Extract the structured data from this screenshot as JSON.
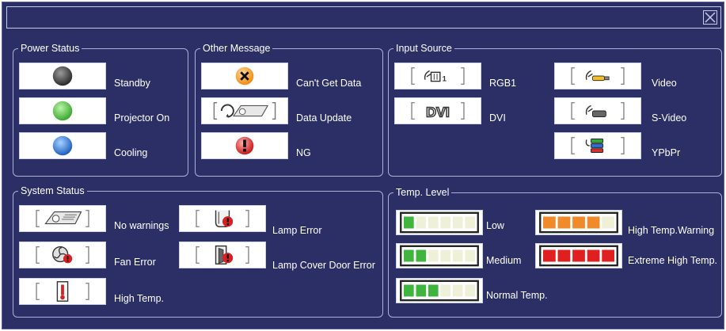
{
  "power_status": {
    "title": "Power Status",
    "items": [
      {
        "label": "Standby",
        "color": "#4a4a4a"
      },
      {
        "label": "Projector On",
        "color": "#4fcf3f"
      },
      {
        "label": "Cooling",
        "color": "#2f7fe0"
      }
    ]
  },
  "other_message": {
    "title": "Other Message",
    "items": [
      {
        "label": "Can't Get Data"
      },
      {
        "label": "Data Update"
      },
      {
        "label": "NG"
      }
    ]
  },
  "input_source": {
    "title": "Input Source",
    "items": [
      {
        "label": "RGB1",
        "icon_text": "1"
      },
      {
        "label": "DVI",
        "icon_text": "DVI"
      },
      {
        "label": "Video"
      },
      {
        "label": "S-Video"
      },
      {
        "label": "YPbPr"
      }
    ]
  },
  "system_status": {
    "title": "System Status",
    "items": [
      {
        "label": "No warnings"
      },
      {
        "label": "Fan Error"
      },
      {
        "label": "High Temp."
      },
      {
        "label": "Lamp Error"
      },
      {
        "label": "Lamp Cover Door Error"
      }
    ]
  },
  "temp_level": {
    "title": "Temp. Level",
    "items": [
      {
        "label": "Low",
        "filled": 1,
        "total": 6,
        "color": "#3fb53f"
      },
      {
        "label": "Medium",
        "filled": 2,
        "total": 6,
        "color": "#3fb53f"
      },
      {
        "label": "Normal Temp.",
        "filled": 3,
        "total": 6,
        "color": "#3fb53f"
      },
      {
        "label": "High Temp.Warning",
        "filled": 4,
        "total": 5,
        "color": "#f08a2a"
      },
      {
        "label": "Extreme High Temp.",
        "filled": 5,
        "total": 5,
        "color": "#e02020"
      }
    ]
  },
  "colors": {
    "background": "#2b2f66",
    "border": "#aab0d8"
  }
}
